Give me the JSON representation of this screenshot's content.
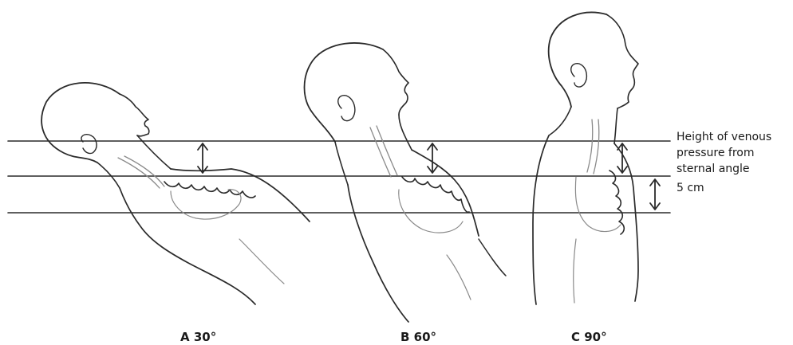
{
  "annotation": {
    "line1": "Height of venous",
    "line2": "pressure from",
    "line3": "sternal angle",
    "line4": "5 cm"
  },
  "figures": [
    {
      "label": "A 30°",
      "angle_degrees": 30
    },
    {
      "label": "B 60°",
      "angle_degrees": 60
    },
    {
      "label": "C 90°",
      "angle_degrees": 90
    }
  ],
  "colors": {
    "ink": "#2a2a2a",
    "shade": "#8a8a8a"
  }
}
